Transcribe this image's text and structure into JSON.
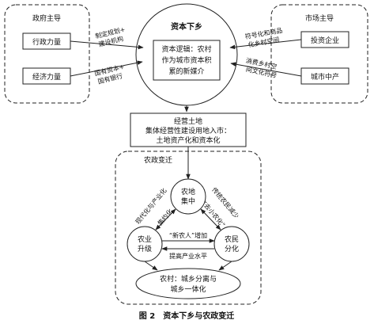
{
  "gov_group": {
    "title": "政府主导",
    "box1": "行政力量",
    "box2": "经济力量"
  },
  "market_group": {
    "title": "市场主导",
    "box1": "投资企业",
    "box2": "城市中产"
  },
  "center": {
    "title": "资本下乡",
    "body": [
      "资本逻辑：农村",
      "作为城市资本积",
      "累的新媒介"
    ]
  },
  "arrow_labels": {
    "left_top": [
      "制定规划+",
      "建设机构"
    ],
    "left_bottom": [
      "国有资本+",
      "国有银行"
    ],
    "right_top": [
      "符号化和商品",
      "化乡村空间"
    ],
    "right_bottom": [
      "消费乡村空",
      "间文化符号"
    ]
  },
  "land": {
    "lines": [
      "经营土地",
      "集体经营性建设用地入市：",
      "土地资产化和资本化"
    ]
  },
  "reform": {
    "title": "农政变迁",
    "circle_top": [
      "农地",
      "集中"
    ],
    "circle_left": [
      "农业",
      "升级"
    ],
    "circle_right": [
      "农民",
      "分化"
    ],
    "label_left_outer": "现代化与产业化",
    "label_left_inner": "集约化",
    "label_right_outer": "传统农民减少",
    "label_right_inner": "“去小农化”",
    "label_mid_top": "“新农人”增加",
    "label_mid_bottom": "提高产业水平",
    "ellipse": [
      "农村：城乡分离与",
      "城乡一体化"
    ]
  },
  "caption": "图 2　资本下乡与农政变迁"
}
